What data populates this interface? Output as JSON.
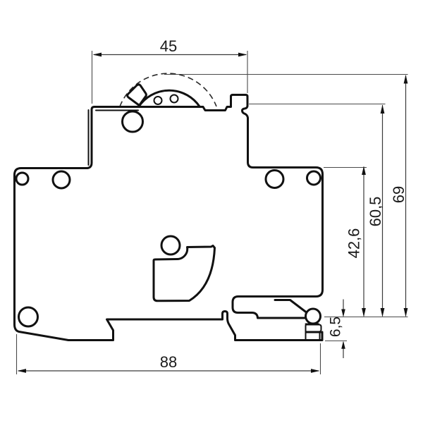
{
  "drawing": {
    "type": "technical-dimension-drawing",
    "subject": "din-rail-circuit-breaker-side-profile",
    "dimensions": {
      "front_width": {
        "label": "45"
      },
      "overall_depth": {
        "label": "88"
      },
      "overall_height": {
        "label": "69"
      },
      "front_height": {
        "label": "60,5"
      },
      "body_height": {
        "label": "42,6"
      },
      "rail_clip_depth": {
        "label": "6,5"
      }
    }
  },
  "colors": {
    "background": "#ffffff",
    "outline": "#111111",
    "dimension_lines": "#3a3a3a",
    "text": "#1a1a1a"
  }
}
